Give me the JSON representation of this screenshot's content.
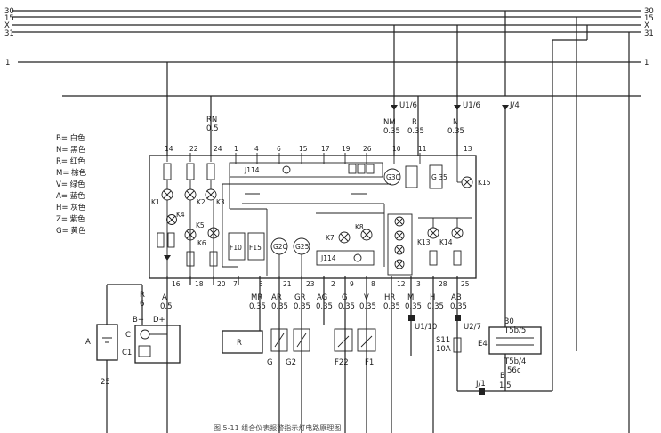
{
  "bus_lines": [
    {
      "id": "30",
      "label": "30"
    },
    {
      "id": "15",
      "label": "15"
    },
    {
      "id": "x",
      "label": "X"
    },
    {
      "id": "31",
      "label": "31"
    },
    {
      "id": "one",
      "label": "1"
    }
  ],
  "legend": [
    "B= 白色",
    "N= 黑色",
    "R= 红色",
    "M= 棕色",
    "V= 绿色",
    "A= 蓝色",
    "H= 灰色",
    "Z= 紫色",
    "G= 黄色"
  ],
  "top_pins": [
    "14",
    "22",
    "24",
    "1",
    "4",
    "6",
    "15",
    "17",
    "19",
    "26",
    "10",
    "11",
    "13"
  ],
  "bottom_pins": [
    "16",
    "18",
    "20",
    "7",
    "5",
    "21",
    "23",
    "2",
    "9",
    "8",
    "12",
    "3",
    "28",
    "25"
  ],
  "panel_labels": {
    "k1": "K1",
    "k2": "K2",
    "k3": "K3",
    "k4": "K4",
    "k5": "K5",
    "k6": "K6",
    "k7": "K7",
    "k8": "K8",
    "k13": "K13",
    "k14": "K14",
    "k15": "K15",
    "j114a": "J114",
    "j114b": "J114",
    "f10": "F10",
    "f15": "F15",
    "g20": "G20",
    "g25": "G25",
    "g35": "G 35",
    "g30": "G30"
  },
  "wires_top": {
    "rn": "RN",
    "rn_g": "0.5",
    "nm": "NM",
    "nm_g": "0.35",
    "r": "R",
    "r_g": "0.35",
    "n": "N",
    "n_g": "0.35",
    "u16a": "U1/6",
    "u16b": "U1/6",
    "j4": "J/4"
  },
  "wires_bottom": {
    "a": "A",
    "a_g": "0.5",
    "mr": "MR",
    "mr_g": "0.35",
    "ar": "AR",
    "ar_g": "0.35",
    "gr": "GR",
    "gr_g": "0.35",
    "ag": "AG",
    "ag_g": "0.35",
    "g": "G",
    "g_g": "0.35",
    "v": "V",
    "v_g": "0.35",
    "hr": "HR",
    "hr_g": "0.35",
    "m": "M",
    "m_g": "0.35",
    "h": "H",
    "h_g": "0.35",
    "ab": "AB",
    "ab_g": "0.35",
    "b": "B",
    "b_g": "1.5"
  },
  "components": {
    "a": "A",
    "c": "C",
    "c1": "C1",
    "bplus": "B+",
    "dplus": "D+",
    "r6": "R",
    "r6_g": "6",
    "n25": "25",
    "r_box": "R",
    "g": "G",
    "g2": "G2",
    "f22": "F22",
    "f1": "F1",
    "u110": "U1/10",
    "u27": "U2/7",
    "s11": "S11",
    "s11_a": "10A",
    "e4": "E4",
    "t30": "30",
    "t5b5": "T5b/5",
    "t5b4": "T5b/4",
    "t56c": "56c",
    "j1": "J/1"
  },
  "caption": "图 5-11  组合仪表报警指示灯电路原理图"
}
